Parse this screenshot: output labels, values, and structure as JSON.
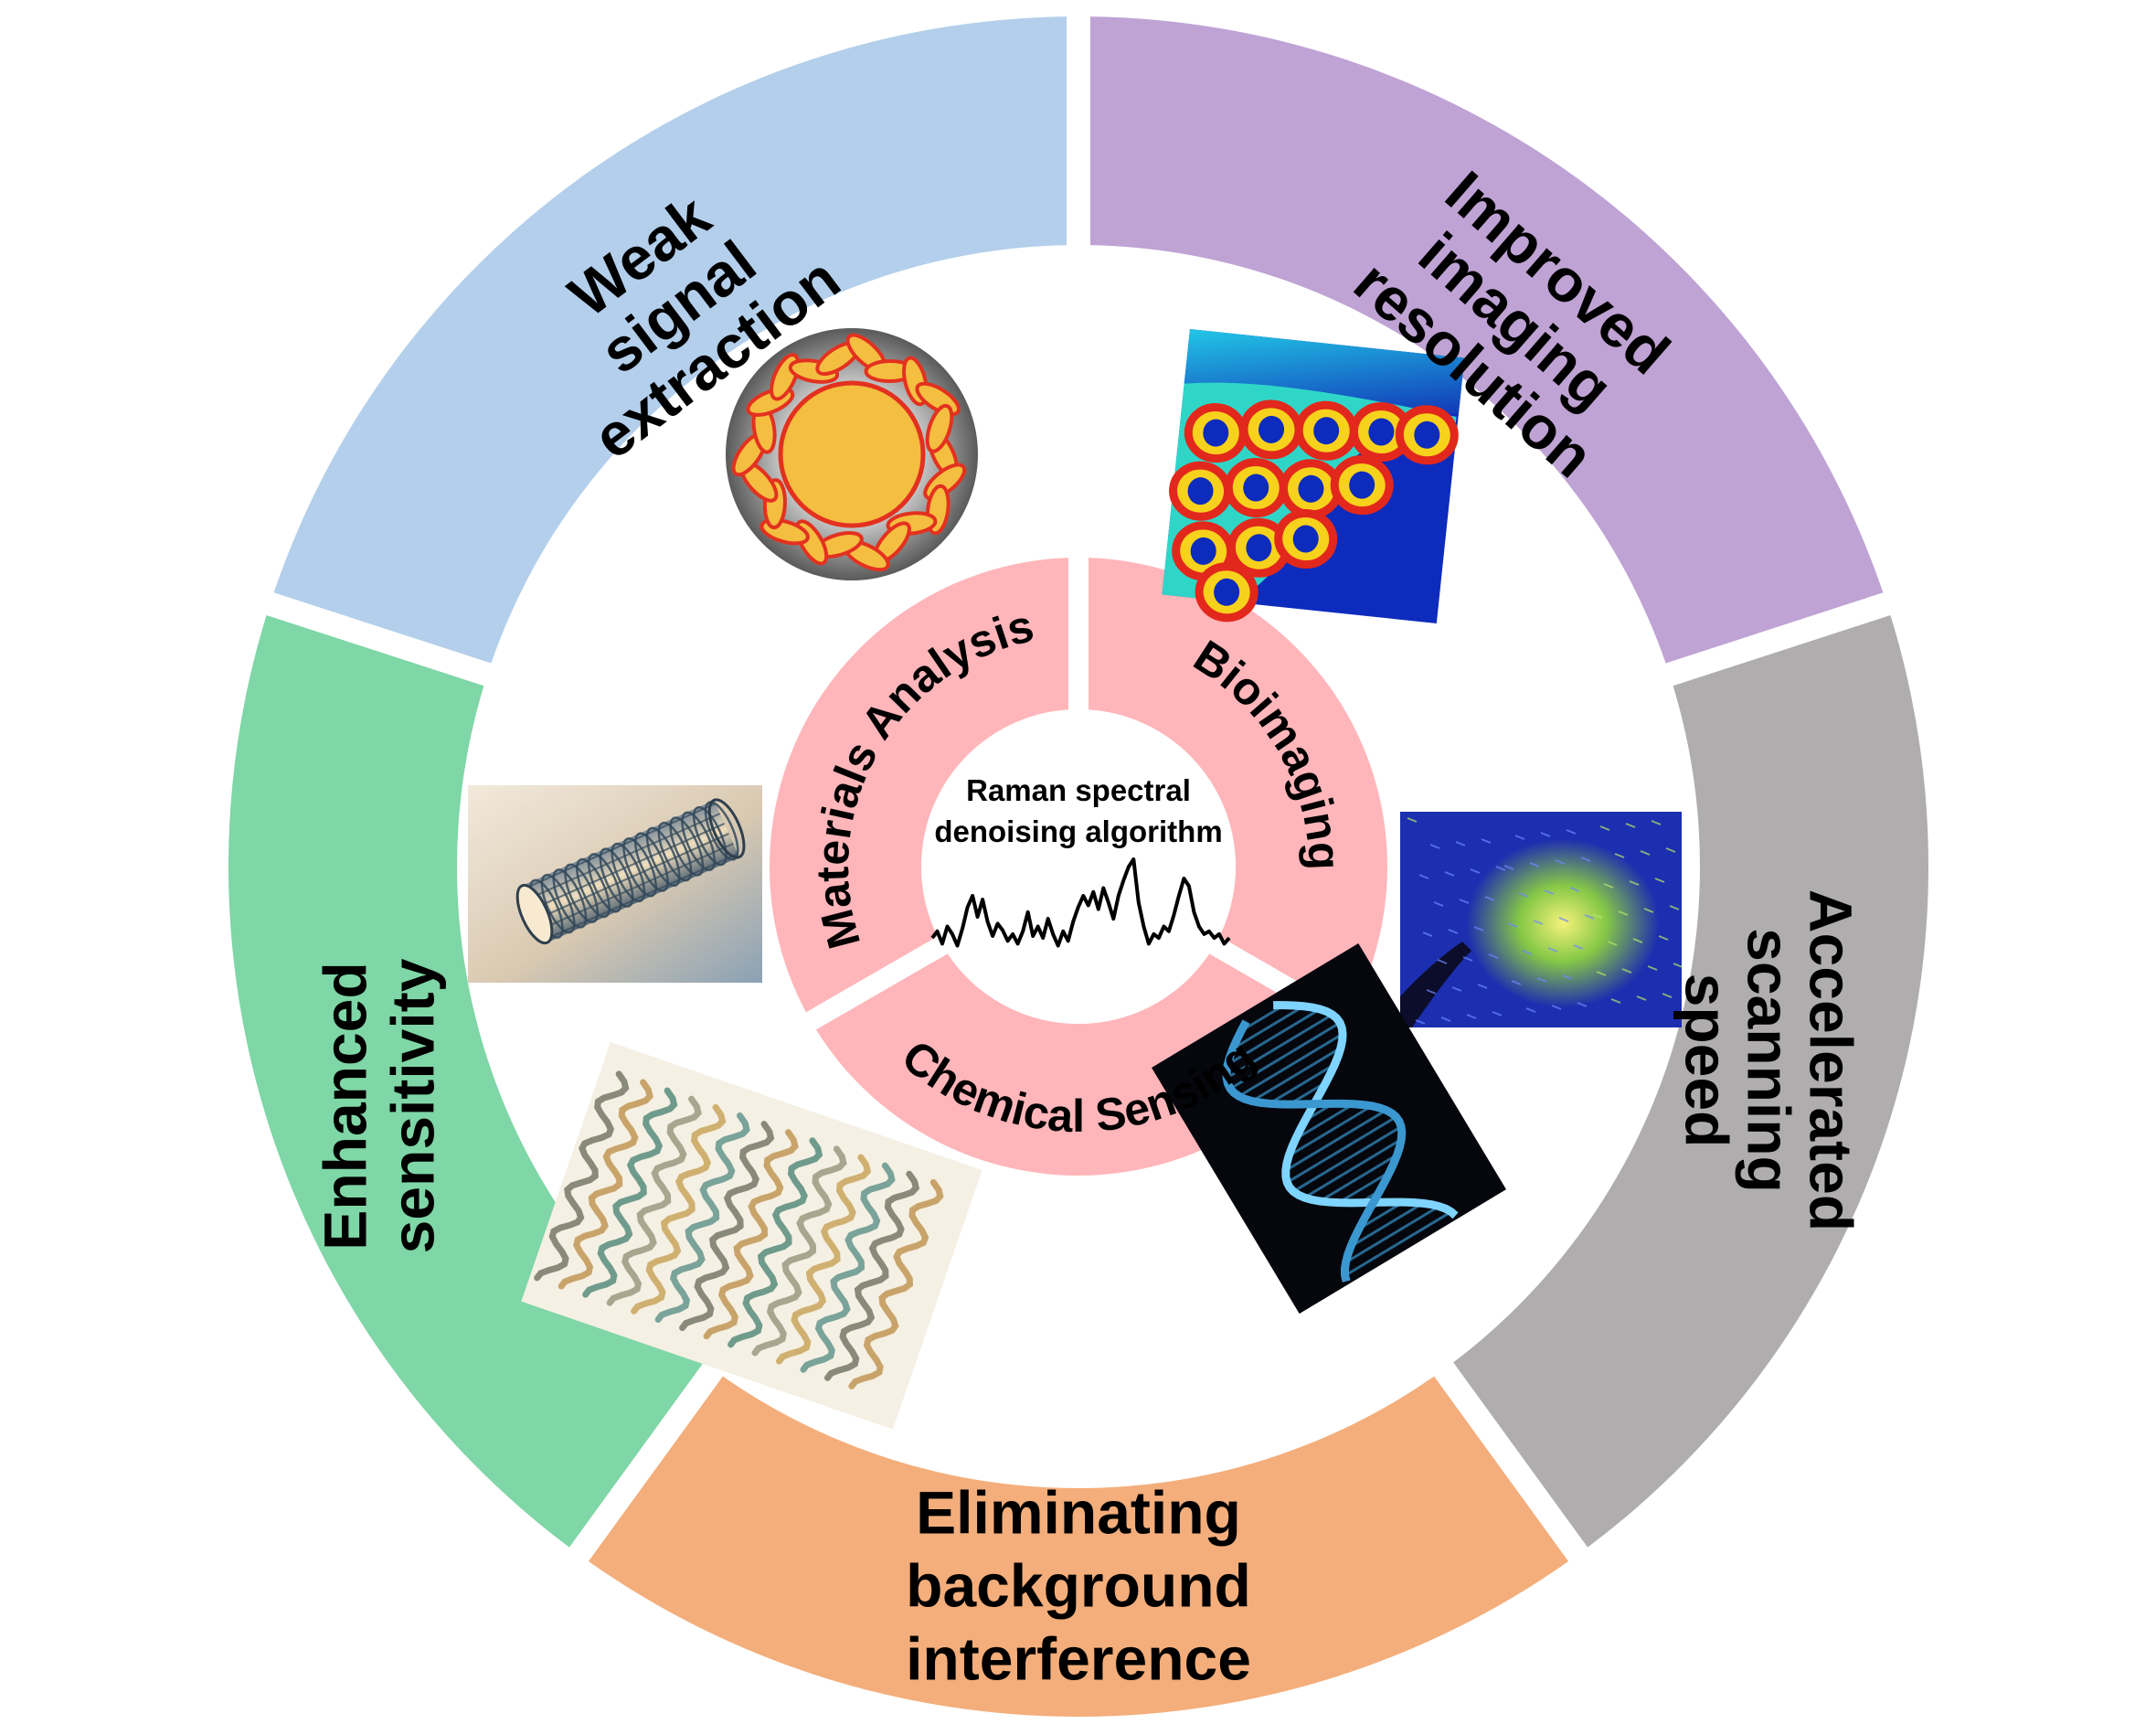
{
  "center_text": [
    "Raman spectral",
    "denoising algorithm"
  ],
  "outer_segments": [
    {
      "label_lines": [
        "Weak",
        "signal",
        "extraction"
      ],
      "color": "#B3CFEB"
    },
    {
      "label_lines": [
        "Improved",
        "imaging",
        "resolution"
      ],
      "color": "#BFA3D4"
    },
    {
      "label_lines": [
        "Accelerated",
        "scanning",
        "speed"
      ],
      "color": "#AFADAE"
    },
    {
      "label_lines": [
        "Eliminating",
        "background",
        "interference"
      ],
      "color": "#F4AE7B"
    },
    {
      "label_lines": [
        "Enhanced",
        "sensitivity"
      ],
      "color": "#7FD6A6"
    }
  ],
  "inner_segments": [
    {
      "label": "Materials Analysis",
      "color": "#FFB6BA"
    },
    {
      "label": "Bioimaging",
      "color": "#FFB6BA"
    },
    {
      "label": "Chemical Sensing",
      "color": "#FFB6BA"
    }
  ],
  "images": [
    {
      "icon": "nanoparticle-icon"
    },
    {
      "icon": "cell-raman-map-icon"
    },
    {
      "icon": "tissue-fluorescence-icon"
    },
    {
      "icon": "dna-helix-icon"
    },
    {
      "icon": "protein-structure-icon"
    },
    {
      "icon": "carbon-nanotube-icon"
    }
  ],
  "spectrum": {
    "values": [
      0.18,
      0.25,
      0.12,
      0.3,
      0.22,
      0.1,
      0.28,
      0.5,
      0.62,
      0.4,
      0.58,
      0.35,
      0.2,
      0.33,
      0.26,
      0.15,
      0.22,
      0.12,
      0.25,
      0.45,
      0.2,
      0.3,
      0.18,
      0.38,
      0.22,
      0.1,
      0.25,
      0.15,
      0.35,
      0.5,
      0.62,
      0.52,
      0.66,
      0.48,
      0.7,
      0.55,
      0.38,
      0.62,
      0.78,
      0.92,
      1.0,
      0.55,
      0.3,
      0.12,
      0.22,
      0.18,
      0.3,
      0.25,
      0.42,
      0.62,
      0.8,
      0.72,
      0.45,
      0.3,
      0.22,
      0.25,
      0.18,
      0.22,
      0.12,
      0.18
    ],
    "color": "#000000"
  }
}
